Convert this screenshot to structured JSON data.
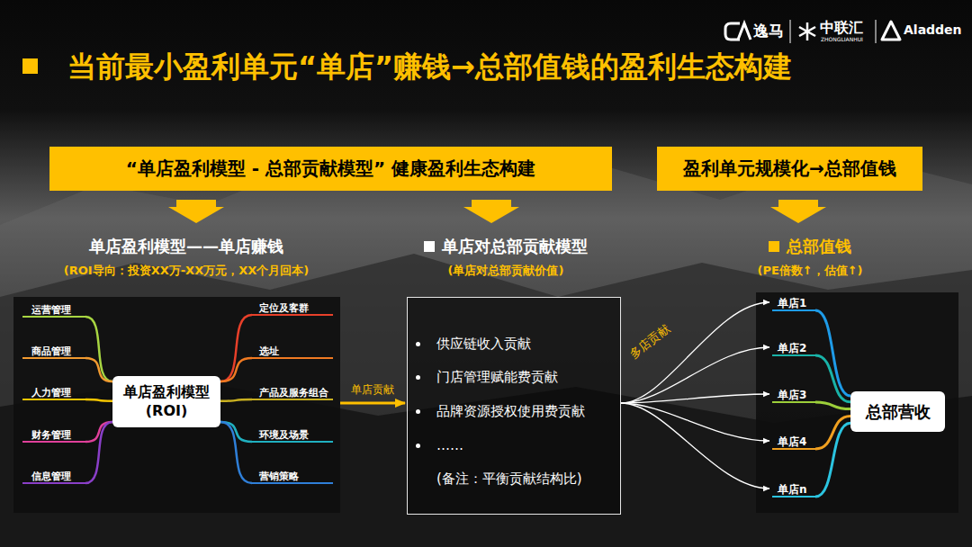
{
  "diagram": {
    "title": "当前最小盈利单元“单店”赚钱→总部值钱的盈利生态构建",
    "nodes": [
      {
        "text": [
          "“单店盈利模型 - 总部贡献模型” 健康盈利生态构建"
        ]
      },
      {
        "text": [
          "盈利单元规模化→总部值钱"
        ]
      },
      {
        "text": [
          "单店盈利模型——单店赚钱",
          "(ROI导向：投资XX万-XX万元，XX个月回本)"
        ]
      },
      {
        "text": [
          "单店盈利模型 (ROI)"
        ],
        "in": 2
      },
      {
        "text": [
          "运营管理"
        ],
        "in": 2
      },
      {
        "text": [
          "商品管理"
        ],
        "in": 2
      },
      {
        "text": [
          "人力管理"
        ],
        "in": 2
      },
      {
        "text": [
          "财务管理"
        ],
        "in": 2
      },
      {
        "text": [
          "信息管理"
        ],
        "in": 2
      },
      {
        "text": [
          "定位及客群"
        ],
        "in": 2
      },
      {
        "text": [
          "选址"
        ],
        "in": 2
      },
      {
        "text": [
          "产品及服务组合"
        ],
        "in": 2
      },
      {
        "text": [
          "环境及场景"
        ],
        "in": 2
      },
      {
        "text": [
          "营销策略"
        ],
        "in": 2
      },
      {
        "text": [
          "单店对总部贡献模型",
          "(单店对总部贡献价值)",
          "供应链收入贡献",
          "门店管理赋能费贡献",
          "品牌资源授权使用费贡献",
          "……",
          "(备注：平衡贡献结构比)"
        ]
      },
      {
        "text": [
          "总部值钱",
          "(PE倍数↑，估值↑)"
        ]
      },
      {
        "text": [
          "单店1"
        ],
        "in": 15
      },
      {
        "text": [
          "单店2"
        ],
        "in": 15
      },
      {
        "text": [
          "单店3"
        ],
        "in": 15
      },
      {
        "text": [
          "单店4"
        ],
        "in": 15
      },
      {
        "text": [
          "单店n"
        ],
        "in": 15
      },
      {
        "text": [
          "总部营收"
        ],
        "in": 15
      }
    ],
    "edges": [
      {
        "from": 0,
        "to": 2,
        "arrow": "to"
      },
      {
        "from": 0,
        "to": 14,
        "arrow": "to"
      },
      {
        "from": 1,
        "to": 15,
        "arrow": "to"
      },
      {
        "from": 3,
        "to": 4,
        "arrow": "none"
      },
      {
        "from": 3,
        "to": 5,
        "arrow": "none"
      },
      {
        "from": 3,
        "to": 6,
        "arrow": "none"
      },
      {
        "from": 3,
        "to": 7,
        "arrow": "none"
      },
      {
        "from": 3,
        "to": 8,
        "arrow": "none"
      },
      {
        "from": 3,
        "to": 9,
        "arrow": "none"
      },
      {
        "from": 3,
        "to": 10,
        "arrow": "none"
      },
      {
        "from": 3,
        "to": 11,
        "arrow": "none"
      },
      {
        "from": 3,
        "to": 12,
        "arrow": "none"
      },
      {
        "from": 3,
        "to": 13,
        "arrow": "none"
      },
      {
        "from": 2,
        "to": 14,
        "arrow": "to",
        "label": "单店贡献"
      },
      {
        "from": 14,
        "to": 16,
        "arrow": "to",
        "label": "多店贡献"
      },
      {
        "from": 14,
        "to": 17,
        "arrow": "to"
      },
      {
        "from": 14,
        "to": 18,
        "arrow": "to"
      },
      {
        "from": 14,
        "to": 19,
        "arrow": "to"
      },
      {
        "from": 14,
        "to": 20,
        "arrow": "to"
      },
      {
        "from": 16,
        "to": 21,
        "arrow": "none"
      },
      {
        "from": 17,
        "to": 21,
        "arrow": "none"
      },
      {
        "from": 18,
        "to": 21,
        "arrow": "none"
      },
      {
        "from": 19,
        "to": 21,
        "arrow": "none"
      },
      {
        "from": 20,
        "to": 21,
        "arrow": "none"
      }
    ],
    "labels": [
      "逸马",
      "中联汇",
      "ZHONGLIANHUI",
      "Aladden"
    ]
  }
}
